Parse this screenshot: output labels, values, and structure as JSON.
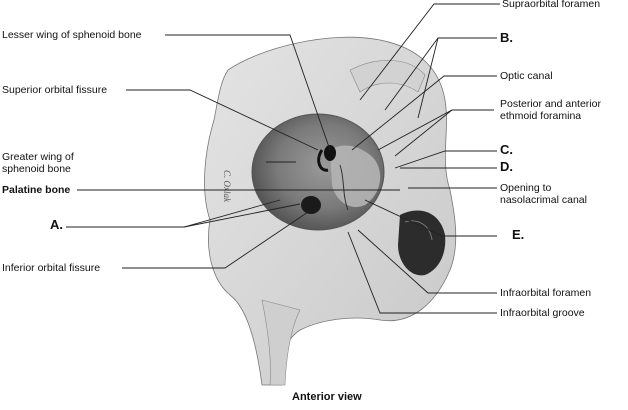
{
  "labels": {
    "supraorbital_foramen": "Supraorbital foramen",
    "lesser_wing": "Lesser wing of sphenoid bone",
    "b_letter": "B.",
    "optic_canal": "Optic canal",
    "superior_orbital_fissure": "Superior orbital fissure",
    "ethmoid_foramina_line1": "Posterior and anterior",
    "ethmoid_foramina_line2": "ethmoid foramina",
    "c_letter": "C.",
    "greater_wing_line1": "Greater wing of",
    "greater_wing_line2": "sphenoid bone",
    "d_letter": "D.",
    "palatine_bone": "Palatine bone",
    "nasolacrimal_line1": "Opening to",
    "nasolacrimal_line2": "nasolacrimal canal",
    "a_letter": "A.",
    "e_letter": "E.",
    "inferior_orbital_fissure": "Inferior orbital fissure",
    "infraorbital_foramen": "Infraorbital foramen",
    "infraorbital_groove": "Infraorbital groove",
    "signature": "C. Oxlak",
    "caption": "Anterior view"
  }
}
